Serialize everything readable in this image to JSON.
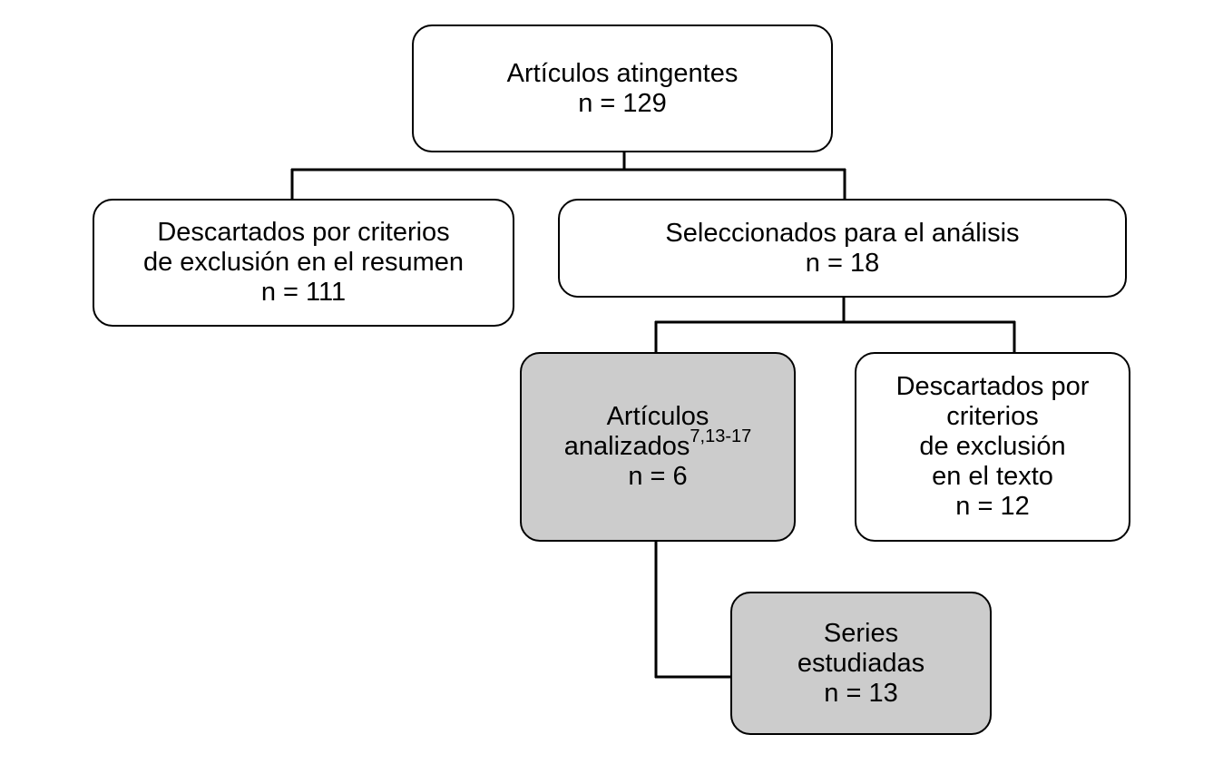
{
  "boxes": {
    "root": {
      "title": "Artículos atingentes",
      "count": "n = 129"
    },
    "excluded_abstract": {
      "line1": "Descartados por criterios",
      "line2": "de exclusión en el resumen",
      "count": "n = 111"
    },
    "selected": {
      "title": "Seleccionados para el análisis",
      "count": "n = 18"
    },
    "analyzed": {
      "line1": "Artículos",
      "line2": "analizados",
      "refs": "7,13-17",
      "count": "n = 6"
    },
    "excluded_text": {
      "line1": "Descartados por",
      "line2": "criterios",
      "line3": "de exclusión",
      "line4": "en el texto",
      "count": "n = 12"
    },
    "series": {
      "line1": "Series",
      "line2": "estudiadas",
      "count": "n = 13"
    }
  },
  "colors": {
    "line": "#000000",
    "box_fill": "#ffffff",
    "shaded_fill": "#cccccc"
  }
}
